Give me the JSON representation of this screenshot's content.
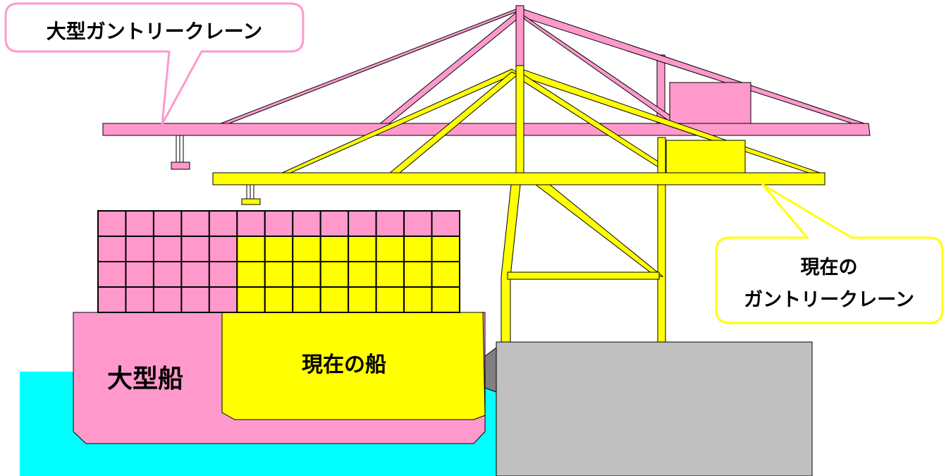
{
  "labels": {
    "large_crane": "大型ガントリークレーン",
    "current_crane_line1": "現在の",
    "current_crane_line2": "ガントリークレーン",
    "large_ship": "大型船",
    "current_ship": "現在の船"
  },
  "colors": {
    "large": "#ff99cc",
    "current": "#ffff00",
    "water": "#00ffff",
    "quay": "#c0c0c0",
    "quay_dark": "#808080",
    "outline": "#000000"
  },
  "containers": {
    "columns": 13,
    "rows": 4,
    "large_cells": [
      [
        1,
        1,
        1,
        1,
        1,
        1,
        1,
        1,
        1,
        1,
        1,
        1,
        1
      ],
      [
        1,
        1,
        1,
        1,
        1,
        0,
        0,
        0,
        0,
        0,
        0,
        0,
        0
      ],
      [
        1,
        1,
        1,
        1,
        1,
        0,
        0,
        0,
        0,
        0,
        0,
        0,
        0
      ],
      [
        1,
        1,
        1,
        1,
        1,
        0,
        0,
        0,
        0,
        0,
        0,
        0,
        0
      ]
    ]
  }
}
